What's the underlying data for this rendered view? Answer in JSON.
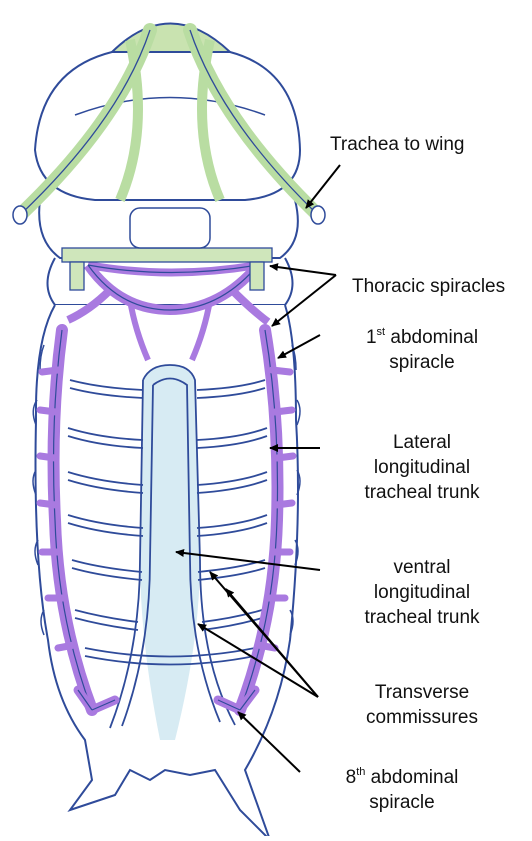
{
  "labels": {
    "trachea_to_wing": "Trachea to wing",
    "thoracic_spiracles": "Thoracic spiracles",
    "first_abdominal": {
      "num": "1",
      "sup": "st",
      "line1_rest": " abdominal",
      "line2": "spiracle"
    },
    "lateral": {
      "line1": "Lateral",
      "line2": "longitudinal",
      "line3": "tracheal trunk"
    },
    "ventral": {
      "line1": "ventral",
      "line2": "longitudinal",
      "line3": "tracheal trunk"
    },
    "transverse": {
      "line1": "Transverse",
      "line2": "commissures"
    },
    "eighth_abdominal": {
      "num": "8",
      "sup": "th",
      "line1_rest": " abdominal",
      "line2": "spiracle"
    }
  },
  "colors": {
    "outline": "#2f4b9a",
    "lateral_trunk": "#a97ae0",
    "wing_trachea": "#b9dda2",
    "ventral_fill": "#d7ebf3",
    "arrow": "#000000"
  }
}
